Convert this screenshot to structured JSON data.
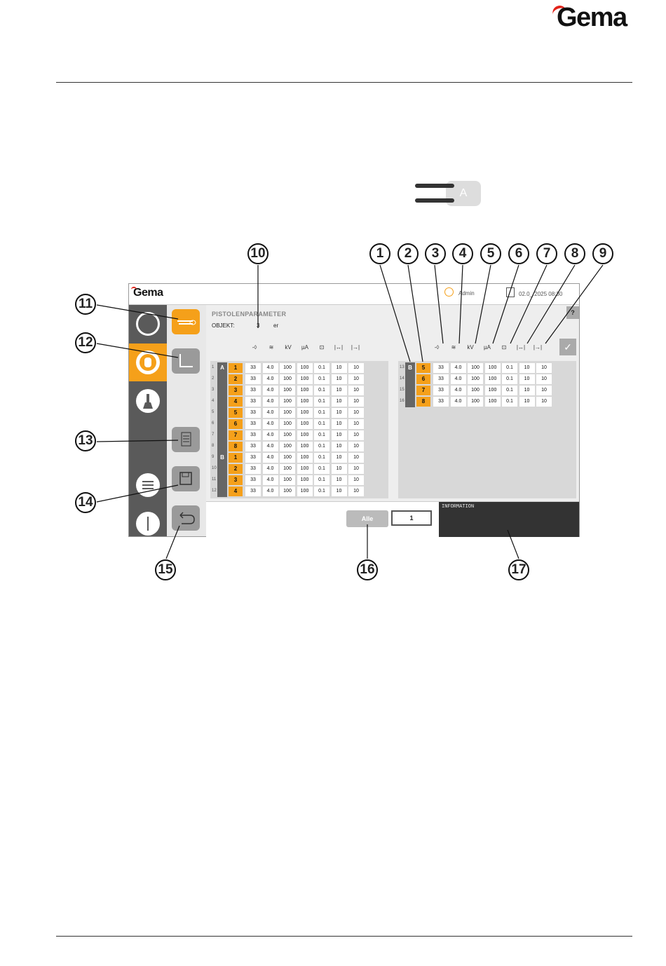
{
  "brand": {
    "logo_text": "Gema"
  },
  "gun_icon_label": "A",
  "screen": {
    "logo_text": "Gema",
    "user": "Admin",
    "datetime": "02.0_.2025 08:30",
    "title": "PISTOLENPARAMETER",
    "objekt_label": "OBJEKT:",
    "objekt_value": "3",
    "objekt_unit": "er",
    "help_label": "?",
    "ok_label": "✓",
    "param_icons": [
      "-◊",
      "≋",
      "kV",
      "µA",
      "⊡",
      "|↔|",
      "|→|"
    ],
    "left_table": [
      {
        "rn": "1",
        "group": "A",
        "gun": "1",
        "vals": [
          "33",
          "4.0",
          "100",
          "100",
          "0.1",
          "10",
          "10"
        ]
      },
      {
        "rn": "2",
        "group": "",
        "gun": "2",
        "vals": [
          "33",
          "4.0",
          "100",
          "100",
          "0.1",
          "10",
          "10"
        ]
      },
      {
        "rn": "3",
        "group": "",
        "gun": "3",
        "vals": [
          "33",
          "4.0",
          "100",
          "100",
          "0.1",
          "10",
          "10"
        ]
      },
      {
        "rn": "4",
        "group": "",
        "gun": "4",
        "vals": [
          "33",
          "4.0",
          "100",
          "100",
          "0.1",
          "10",
          "10"
        ]
      },
      {
        "rn": "5",
        "group": "",
        "gun": "5",
        "vals": [
          "33",
          "4.0",
          "100",
          "100",
          "0.1",
          "10",
          "10"
        ]
      },
      {
        "rn": "6",
        "group": "",
        "gun": "6",
        "vals": [
          "33",
          "4.0",
          "100",
          "100",
          "0.1",
          "10",
          "10"
        ]
      },
      {
        "rn": "7",
        "group": "",
        "gun": "7",
        "vals": [
          "33",
          "4.0",
          "100",
          "100",
          "0.1",
          "10",
          "10"
        ]
      },
      {
        "rn": "8",
        "group": "",
        "gun": "8",
        "vals": [
          "33",
          "4.0",
          "100",
          "100",
          "0.1",
          "10",
          "10"
        ]
      },
      {
        "rn": "9",
        "group": "B",
        "gun": "1",
        "vals": [
          "33",
          "4.0",
          "100",
          "100",
          "0.1",
          "10",
          "10"
        ]
      },
      {
        "rn": "10",
        "group": "",
        "gun": "2",
        "vals": [
          "33",
          "4.0",
          "100",
          "100",
          "0.1",
          "10",
          "10"
        ]
      },
      {
        "rn": "11",
        "group": "",
        "gun": "3",
        "vals": [
          "33",
          "4.0",
          "100",
          "100",
          "0.1",
          "10",
          "10"
        ]
      },
      {
        "rn": "12",
        "group": "",
        "gun": "4",
        "vals": [
          "33",
          "4.0",
          "100",
          "100",
          "0.1",
          "10",
          "10"
        ]
      }
    ],
    "right_table": [
      {
        "rn": "13",
        "group": "B",
        "gun": "5",
        "vals": [
          "33",
          "4.0",
          "100",
          "100",
          "0.1",
          "10",
          "10"
        ]
      },
      {
        "rn": "14",
        "group": "",
        "gun": "6",
        "vals": [
          "33",
          "4.0",
          "100",
          "100",
          "0.1",
          "10",
          "10"
        ]
      },
      {
        "rn": "15",
        "group": "",
        "gun": "7",
        "vals": [
          "33",
          "4.0",
          "100",
          "100",
          "0.1",
          "10",
          "10"
        ]
      },
      {
        "rn": "16",
        "group": "",
        "gun": "8",
        "vals": [
          "33",
          "4.0",
          "100",
          "100",
          "0.1",
          "10",
          "10"
        ]
      }
    ],
    "alle_label": "Alle",
    "number_value": "1",
    "info_label": "INFORMATION"
  },
  "callouts": [
    "1",
    "2",
    "3",
    "4",
    "5",
    "6",
    "7",
    "8",
    "9",
    "10",
    "11",
    "12",
    "13",
    "14",
    "15",
    "16",
    "17"
  ]
}
